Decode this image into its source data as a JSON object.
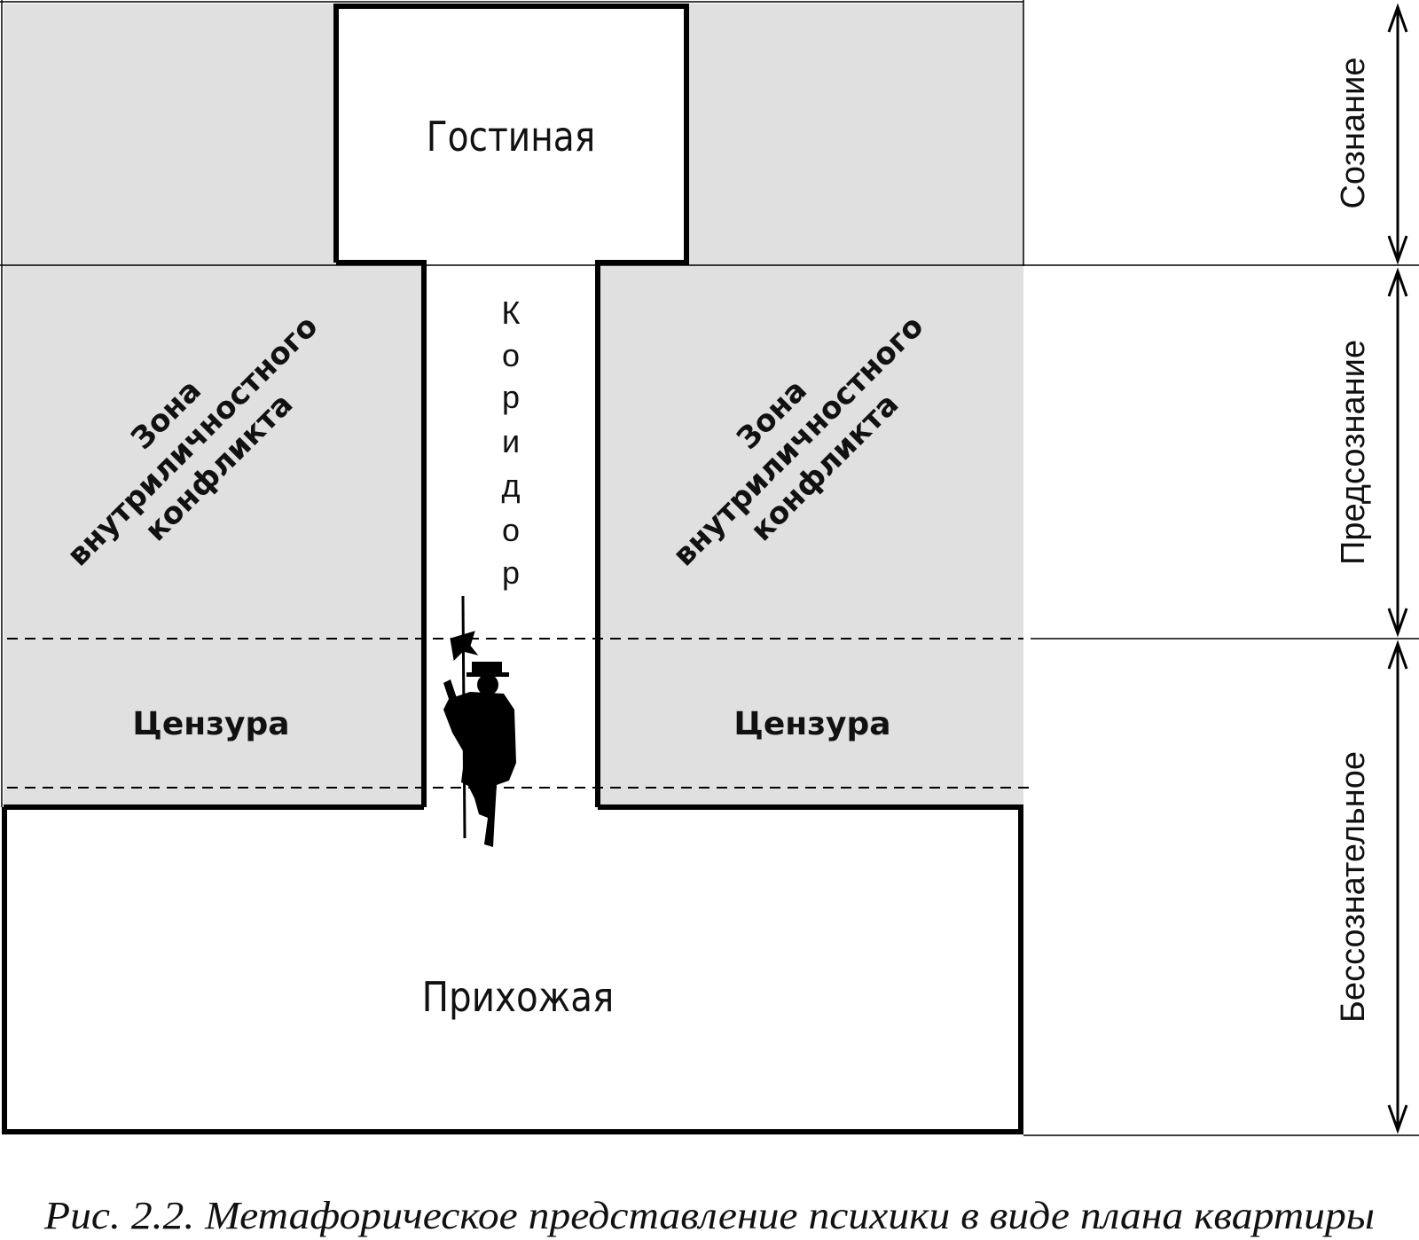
{
  "diagram": {
    "living_room": "Гостиная",
    "corridor_letters": [
      "К",
      "о",
      "р",
      "и",
      "д",
      "о",
      "р"
    ],
    "conflict_zone_left": [
      "Зона",
      "внутриличностного",
      "конфликта"
    ],
    "conflict_zone_right": [
      "Зона",
      "внутриличностного",
      "конфликта"
    ],
    "censorship_left": "Цензура",
    "censorship_right": "Цензура",
    "hallway": "Прихожая"
  },
  "levels": {
    "conscious": "Сознание",
    "preconscious": "Предсознание",
    "unconscious": "Бессознательное"
  },
  "caption": "Рис. 2.2. Метафорическое представление психики в виде плана квартиры",
  "colors": {
    "zone_fill": "#e0e0e0",
    "walls": "#000000",
    "background": "#ffffff"
  },
  "icons": {
    "guard": "guard-with-halberd-silhouette"
  }
}
